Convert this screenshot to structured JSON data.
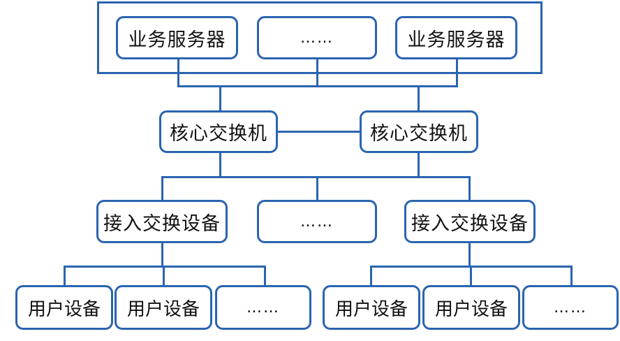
{
  "colors": {
    "stroke": "#2a64b0",
    "text": "#111111",
    "background": "#ffffff"
  },
  "servers": [
    "业务服务器",
    "……",
    "业务服务器"
  ],
  "core_switches": [
    "核心交换机",
    "核心交换机"
  ],
  "access_switches": [
    "接入交换设备",
    "……",
    "接入交换设备"
  ],
  "user_devices_left": [
    "用户设备",
    "用户设备",
    "……"
  ],
  "user_devices_right": [
    "用户设备",
    "用户设备",
    "……"
  ]
}
